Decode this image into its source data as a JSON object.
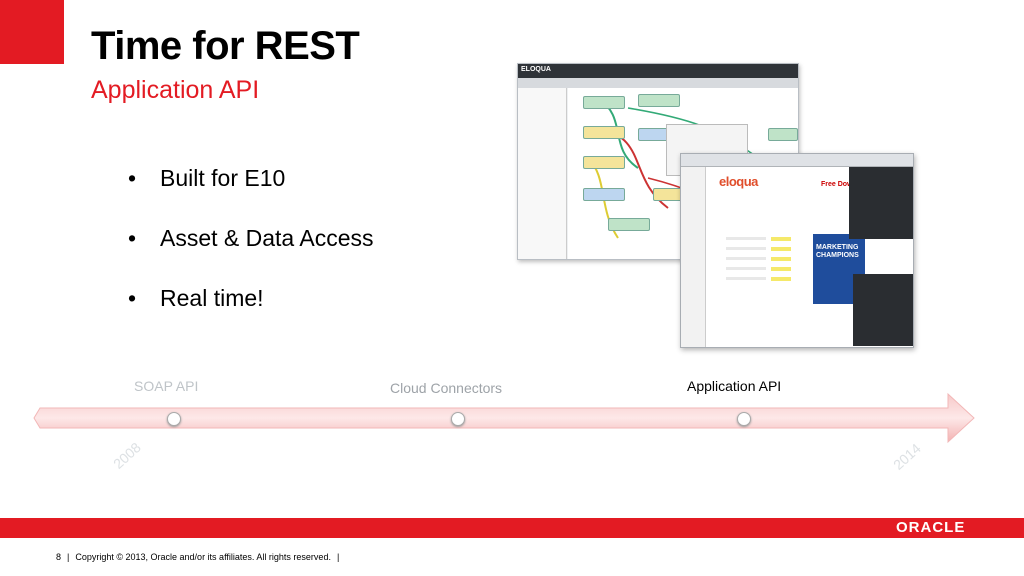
{
  "slide": {
    "title": "Time for REST",
    "subtitle": "Application API",
    "bullets": [
      "Built for E10",
      "Asset & Data Access",
      "Real time!"
    ]
  },
  "timeline": {
    "milestones": [
      {
        "label": "SOAP API",
        "highlighted": false
      },
      {
        "label": "Cloud Connectors",
        "highlighted": false
      },
      {
        "label": "Application API",
        "highlighted": true
      }
    ],
    "start_year": "2008",
    "end_year": "2014"
  },
  "screenshots": {
    "canvas_app_logo": "ELOQUA",
    "landing_logo": "eloqua",
    "landing_heading": "Free Dow",
    "book_title": "MARKETING CHAMPIONS"
  },
  "footer": {
    "page_number": "8",
    "copyright": "Copyright © 2013, Oracle and/or its affiliates. All rights reserved."
  },
  "brand": {
    "logo": "ORACLE",
    "accent_color": "#e31b23"
  }
}
